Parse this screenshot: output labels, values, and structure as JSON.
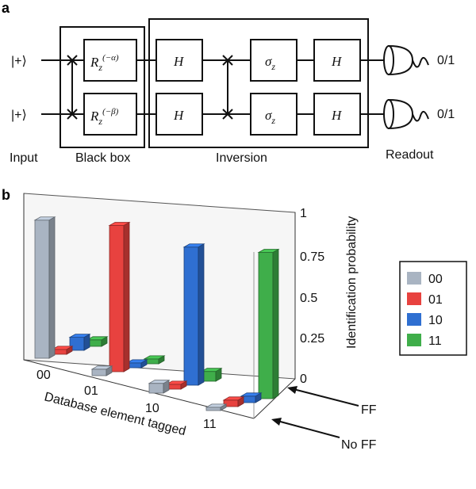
{
  "panel_a": {
    "label": "a",
    "inputs": [
      "|+⟩",
      "|+⟩"
    ],
    "black_box_gates": [
      {
        "base": "R",
        "sub": "z",
        "sup": "(−α)"
      },
      {
        "base": "R",
        "sub": "z",
        "sup": "(−β)"
      }
    ],
    "hadamard": "H",
    "sigma": {
      "base": "σ",
      "sub": "z"
    },
    "outputs": [
      "0/1",
      "0/1"
    ],
    "stage_labels": {
      "input": "Input",
      "black_box": "Black box",
      "inversion": "Inversion",
      "readout": "Readout"
    }
  },
  "panel_b": {
    "label": "b",
    "xlabel": "Database element tagged",
    "zlabel": "Identification probability",
    "z_ticks": [
      "0",
      "0.25",
      "0.5",
      "0.75",
      "1"
    ],
    "arrow_labels": {
      "ff": "FF",
      "noff": "No FF"
    },
    "legend": [
      {
        "key": "00",
        "color": "#a9b4c2"
      },
      {
        "key": "01",
        "color": "#e8423f"
      },
      {
        "key": "10",
        "color": "#2f6fd1"
      },
      {
        "key": "11",
        "color": "#3fae4a"
      }
    ]
  },
  "chart_data": {
    "type": "bar",
    "title": "",
    "xlabel": "Database element tagged",
    "ylabel": "Identification probability",
    "ylim": [
      0,
      1
    ],
    "categories": [
      "00",
      "01",
      "10",
      "11"
    ],
    "series": [
      {
        "name": "00",
        "color": "#a9b4c2",
        "values": [
          0.85,
          0.04,
          0.06,
          0.02
        ]
      },
      {
        "name": "01",
        "color": "#e8423f",
        "values": [
          0.03,
          0.9,
          0.03,
          0.04
        ]
      },
      {
        "name": "10",
        "color": "#2f6fd1",
        "values": [
          0.08,
          0.03,
          0.85,
          0.04
        ]
      },
      {
        "name": "11",
        "color": "#3fae4a",
        "values": [
          0.04,
          0.03,
          0.06,
          0.9
        ]
      }
    ]
  }
}
